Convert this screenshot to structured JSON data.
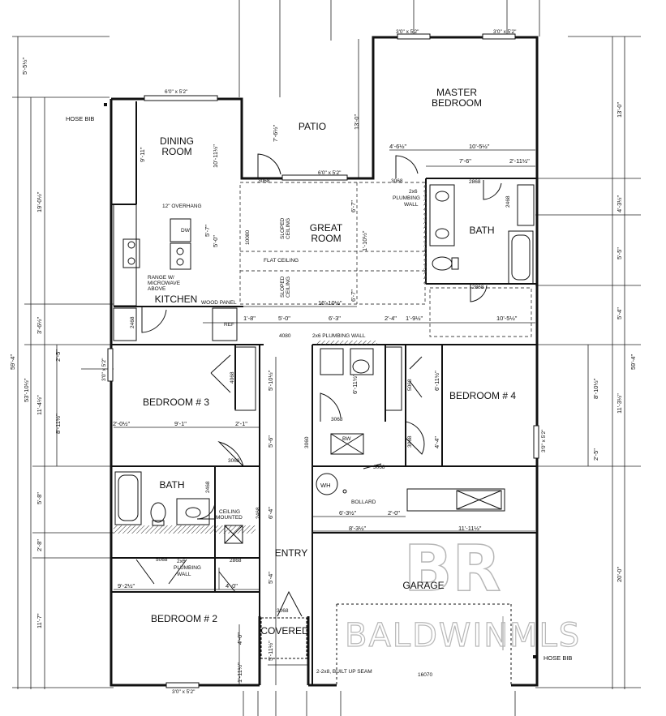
{
  "rooms": {
    "master_bedroom_1": "MASTER",
    "master_bedroom_2": "BEDROOM",
    "patio": "PATIO",
    "dining_1": "DINING",
    "dining_2": "ROOM",
    "great_room_1": "GREAT",
    "great_room_2": "ROOM",
    "kitchen": "KITCHEN",
    "bath_master": "BATH",
    "bedroom_3": "BEDROOM # 3",
    "bedroom_4": "BEDROOM # 4",
    "bath_hall": "BATH",
    "bedroom_2": "BEDROOM # 2",
    "entry": "ENTRY",
    "garage": "GARAGE",
    "covered": "COVERED"
  },
  "labels": {
    "hose_bib_left": "HOSE BIB",
    "hose_bib_right": "HOSE BIB",
    "overhang": "12\" OVERHANG",
    "dw": "DW",
    "range_1": "RANGE W/",
    "range_2": "MICROWAVE",
    "range_3": "ABOVE",
    "wood_panel": "WOOD PANEL",
    "ref": "REF",
    "sloped_1a": "SLOPED",
    "sloped_1b": "CEILING",
    "sloped_2a": "SLOPED",
    "sloped_2b": "CEILING",
    "flat_ceiling": "FLAT CEILING",
    "plumbing_wall_1a": "2x6",
    "plumbing_wall_1b": "PLUMBING",
    "plumbing_wall_1c": "WALL",
    "plumbing_wall_2": "2x6 PLUMBING WALL",
    "plumbing_wall_3a": "2x6",
    "plumbing_wall_3b": "PLUMBING",
    "plumbing_wall_3c": "WALL",
    "wh": "WH",
    "bollard": "BOLLARD",
    "ceiling_mounted_1": "CEILING",
    "ceiling_mounted_2": "MOUNTED",
    "built_up_beam": "2-2x8, BUILT UP SEAM",
    "vent": "BW"
  },
  "window_labels": {
    "w_master_1": "3'0\" x 5'2\"",
    "w_master_2": "3'0\" x 5'2\"",
    "w_dining": "6'0\" x 5'2\"",
    "w_patio": "6'0\" x 5'2\"",
    "w_bed3": "3'0\" x 5'2\"",
    "w_bed4": "3'0\" x 5'2\"",
    "w_bed2": "3'0\" x 5'2\""
  },
  "door_codes": {
    "d_patio_left": "3068",
    "d_patio_right": "3068",
    "d_bath_1": "2868",
    "d_bath_2": "2468",
    "d_bath_3": "2868",
    "d_great": "10080",
    "d_4080": "4080",
    "d_closet_b3": "4068",
    "d_linen": "2468",
    "d_hall": "3068",
    "d_hall_bath": "2468",
    "d_bed2": "5068",
    "d_2868": "2868",
    "d_garage": "3068",
    "d_entry": "3068",
    "d_laundry": "3068",
    "d_3060": "3060",
    "d_b4_closet": "5068",
    "d_b4": "3068",
    "d_garage_door": "16070",
    "d_2468_closet": "2468"
  },
  "dimensions_left": {
    "a": "5'-5½\"",
    "b": "19'-0½\"",
    "c": "3'-6½\"",
    "d": "59'-4\"",
    "e": "53'-10½\"",
    "f": "11'-4½\"",
    "g": "2'-5\"",
    "h": "8'-11½\"",
    "i": "5'-8\"",
    "j": "2'-8\"",
    "k": "11'-7\""
  },
  "dimensions_right": {
    "a": "13'-0\"",
    "b": "4'-3½\"",
    "c": "5'-5\"",
    "d": "5'-4\"",
    "e": "59'-4\"",
    "f": "11'-3½\"",
    "g": "8'-10½\"",
    "h": "2'-5\"",
    "i": "20'-0\""
  },
  "dimensions_interior": {
    "dining_w": "9'-11\"",
    "dining_h": "10'-11½\"",
    "patio_h": "7'-6½\"",
    "patio_center": "13'-0\"",
    "master_a": "4'-6½\"",
    "master_b": "10'-5½\"",
    "master_c": "7'-6\"",
    "master_d": "2'-11½\"",
    "kitch_a": "5'-7\"",
    "kitch_b": "5'-0\"",
    "great_a": "6'-7\"",
    "great_b": "1'-10½\"",
    "great_c": "6'-7\"",
    "great_d": "16'-10½\"",
    "row_a": "1'-8\"",
    "row_b": "5'-0\"",
    "row_c": "6'-3\"",
    "row_d": "2'-4\"",
    "row_e": "1'-9½\"",
    "row_f": "10'-5½\"",
    "hall_a": "5'-10½\"",
    "hall_b": "5'-6\"",
    "hall_c": "6'-4\"",
    "hall_d": "5'-4\"",
    "hall_e": "6'-11½\"",
    "b4_a": "6'-11½\"",
    "b4_b": "4'-4\"",
    "b3_a": "2'-0½\"",
    "b3_b": "9'-1\"",
    "b3_c": "2'-1\"",
    "ldry_a": "6'-3½\"",
    "ldry_b": "2'-0\"",
    "ldry_c": "8'-3½\"",
    "ldry_d": "11'-11½\"",
    "b2_a": "9'-2½\"",
    "b2_b": "4'-0\"",
    "b2_c": "4'-0\"",
    "b2_d": "1'-11½\"",
    "cov_a": "5'-11½\""
  },
  "watermark": {
    "logo": "BR",
    "brand_left": "BALDWIN",
    "brand_right": "MLS"
  }
}
